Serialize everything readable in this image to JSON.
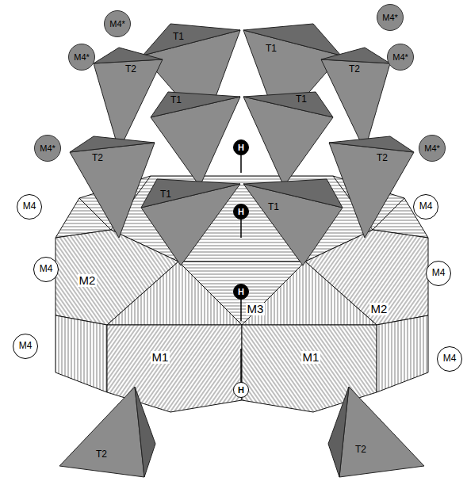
{
  "diagram": {
    "nodes": [
      {
        "text": [
          "M4*"
        ]
      },
      {
        "text": [
          "M4*"
        ]
      },
      {
        "text": [
          "M4*"
        ]
      },
      {
        "text": [
          "M4*"
        ]
      },
      {
        "text": [
          "H"
        ]
      },
      {
        "text": [
          "M4*"
        ]
      },
      {
        "text": [
          "M4*"
        ]
      },
      {
        "text": [
          "M4"
        ]
      },
      {
        "text": [
          "M4"
        ]
      },
      {
        "text": [
          "H"
        ]
      },
      {
        "text": [
          "M4"
        ]
      },
      {
        "text": [
          "M4"
        ]
      },
      {
        "text": [
          "H"
        ]
      },
      {
        "text": [
          "M4"
        ]
      },
      {
        "text": [
          "M4"
        ]
      },
      {
        "text": [
          "H"
        ]
      }
    ],
    "labels": [
      "T1",
      "T1",
      "T2",
      "T2",
      "T1",
      "T1",
      "T2",
      "T2",
      "T1",
      "T1",
      "M2",
      "M3",
      "M2",
      "M1",
      "M1",
      "T2",
      "T2"
    ]
  }
}
